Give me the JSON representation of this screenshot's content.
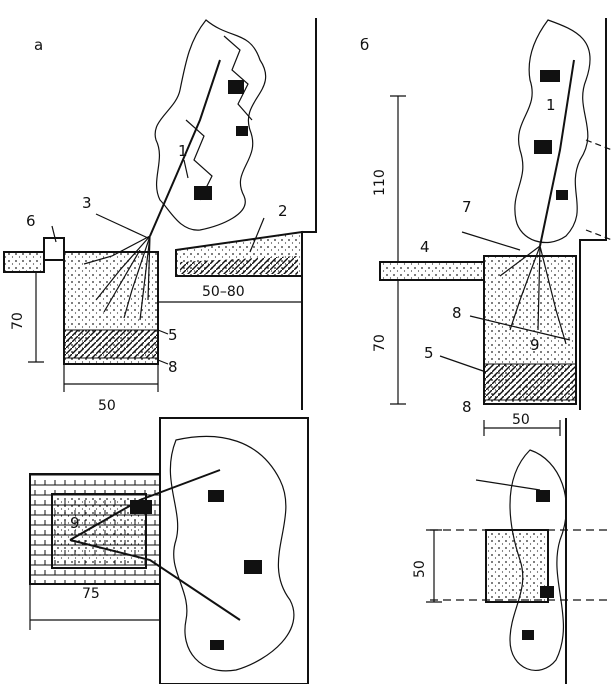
{
  "panels": {
    "a": "а",
    "b": "б"
  },
  "labels": {
    "n1a": "1",
    "n2": "2",
    "n3": "3",
    "n5a": "5",
    "n6": "6",
    "n8a": "8",
    "n1b": "1",
    "n4": "4",
    "n7": "7",
    "n8b": "8",
    "n5b": "5",
    "n8c": "8",
    "n9a": "9",
    "n9b": "9"
  },
  "dimensions": {
    "d70a": "70",
    "d50a": "50",
    "d5080": "50–80",
    "d110": "110",
    "d70b": "70",
    "d50b": "50",
    "d75": "75",
    "d50c": "50"
  },
  "colors": {
    "ink": "#111111",
    "paper": "#ffffff"
  }
}
